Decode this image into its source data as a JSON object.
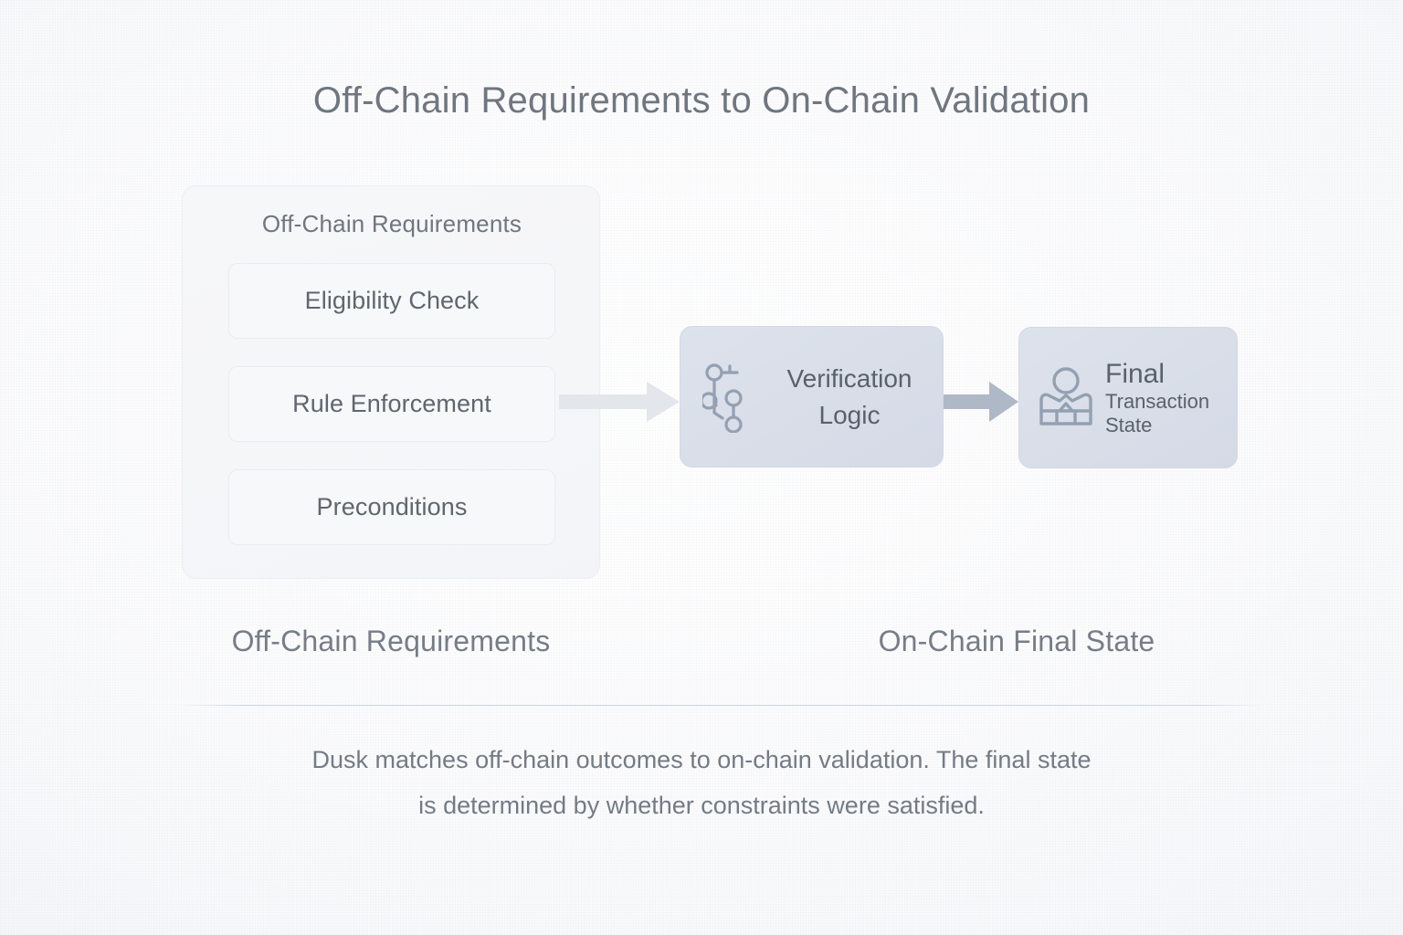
{
  "title": "Off-Chain Requirements to On-Chain Validation",
  "group": {
    "heading": "Off-Chain Requirements",
    "items": [
      {
        "label": "Eligibility Check"
      },
      {
        "label": "Rule Enforcement"
      },
      {
        "label": "Preconditions"
      }
    ]
  },
  "nodes": {
    "verification": {
      "label": "Verification Logic",
      "icon": "node-graph-icon"
    },
    "final": {
      "line1": "Final",
      "line2": "Transaction",
      "line3": "State",
      "icon": "person-group-icon"
    }
  },
  "arrows": [
    {
      "name": "arrow-requirements-to-verification",
      "color": "#e2e5ea"
    },
    {
      "name": "arrow-verification-to-final",
      "color": "#aab4c2"
    }
  ],
  "columns": {
    "left": "Off-Chain Requirements",
    "right": "On-Chain Final State"
  },
  "footer": {
    "line1": "Dusk matches off-chain outcomes to on-chain validation. The final state",
    "line2": "is determined by whether constraints were satisfied."
  },
  "colors": {
    "background": "#fdfdfe",
    "title_text": "#6f7680",
    "body_text": "#747b85",
    "panel_fill": "#f5f6f8",
    "panel_border": "#eceef1",
    "card_fill": "#f7f8f9",
    "card_border": "#eaecef",
    "node_fill": "#d8dde8",
    "node_border": "#d2d8e4",
    "icon_stroke": "#93a0b2",
    "divider": "#cbd2dc"
  }
}
